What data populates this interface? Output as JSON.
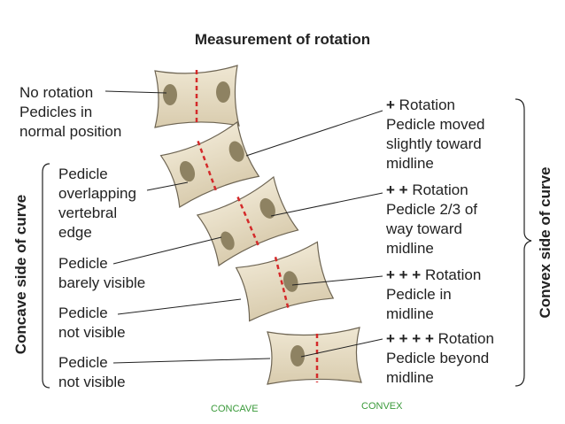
{
  "title": "Measurement of rotation",
  "left_side_label": "Concave side of curve",
  "right_side_label": "Convex side of curve",
  "left_labels": [
    {
      "lines": [
        "No rotation",
        "Pedicles in",
        "normal position"
      ]
    },
    {
      "lines": [
        "Pedicle",
        "overlapping",
        "vertebral",
        "edge"
      ]
    },
    {
      "lines": [
        "Pedicle",
        "barely visible"
      ]
    },
    {
      "lines": [
        "Pedicle",
        "not visible"
      ]
    },
    {
      "lines": [
        "Pedicle",
        "not visible"
      ]
    }
  ],
  "right_labels": [
    {
      "grade": "+",
      "lines": [
        "Rotation",
        "Pedicle moved",
        "slightly toward",
        "midline"
      ]
    },
    {
      "grade": "+ +",
      "lines": [
        "Rotation",
        "Pedicle 2/3 of",
        "way toward",
        "midline"
      ]
    },
    {
      "grade": "+ + +",
      "lines": [
        "Rotation",
        "Pedicle in",
        "midline"
      ]
    },
    {
      "grade": "+ + + +",
      "lines": [
        "Rotation",
        "Pedicle beyond",
        "midline"
      ]
    }
  ],
  "footer": {
    "concave": "CONCAVE",
    "convex": "CONVEX"
  },
  "colors": {
    "bone": "#e6dcc4",
    "bone_edge": "#6d6452",
    "pedicle": "#8e8262",
    "midline": "#d42a2a"
  }
}
